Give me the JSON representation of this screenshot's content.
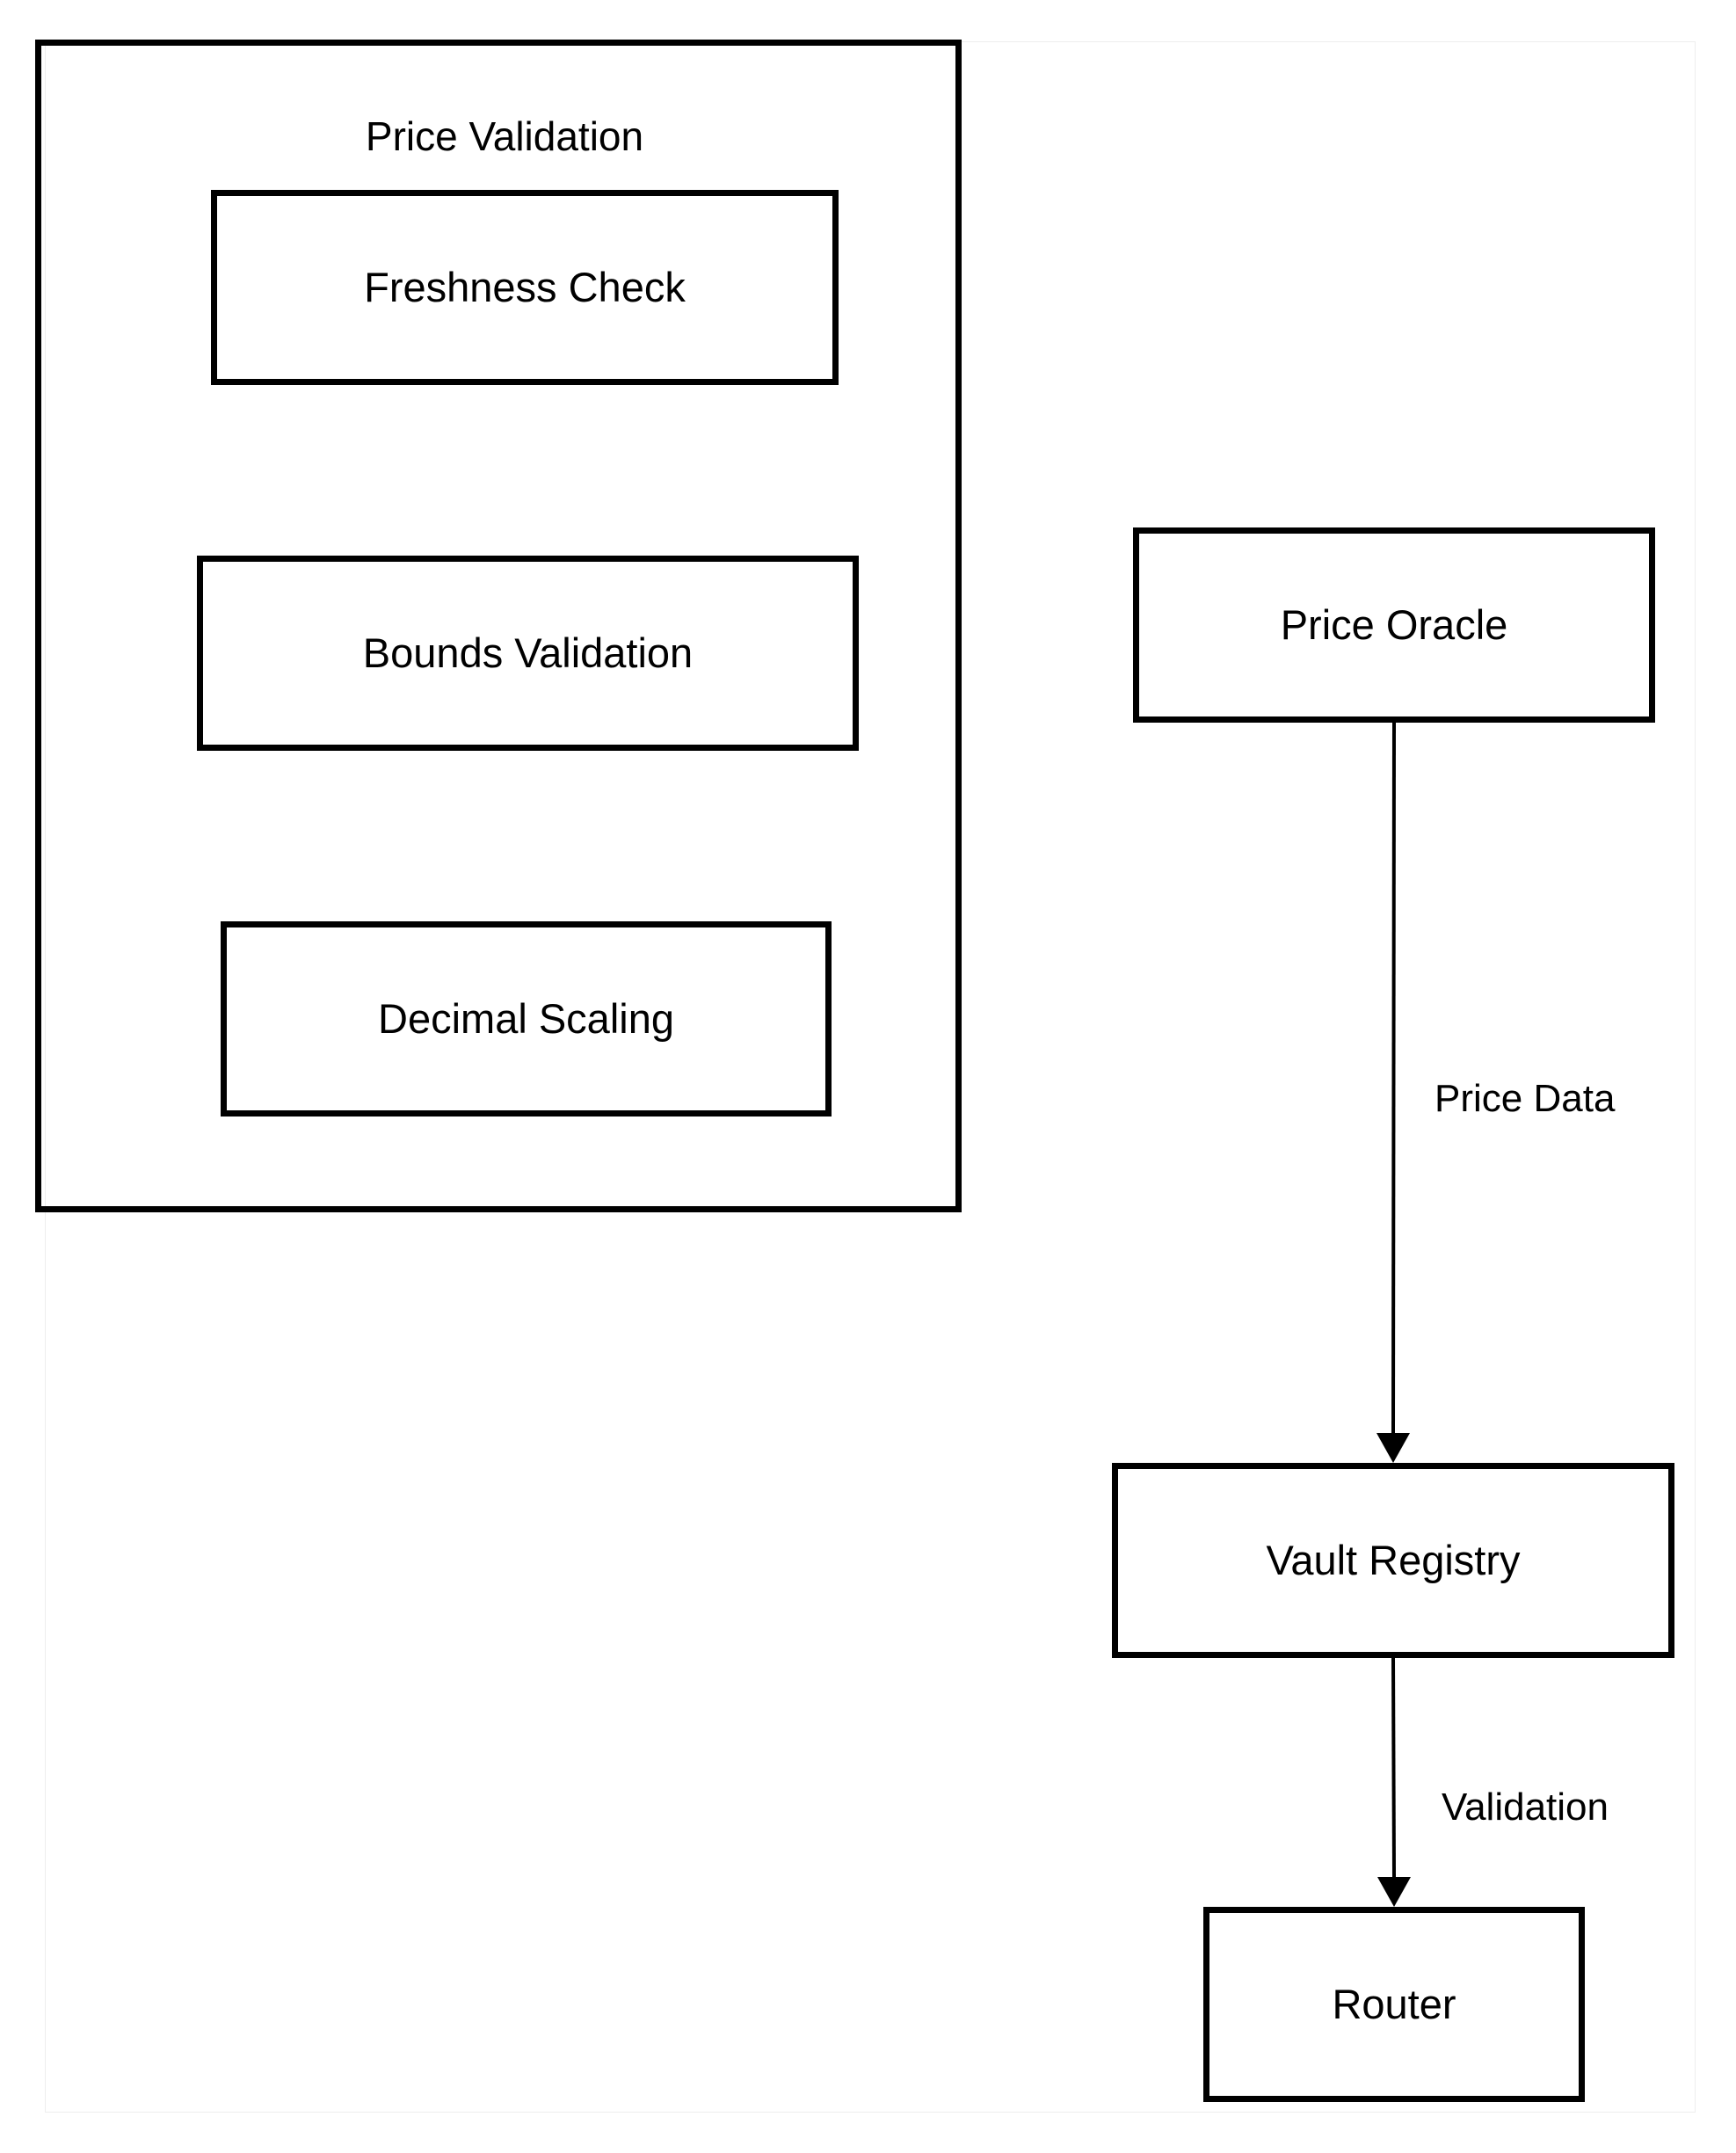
{
  "group": {
    "title": "Price Validation",
    "children": [
      "Freshness Check",
      "Bounds Validation",
      "Decimal Scaling"
    ]
  },
  "nodes": {
    "price_oracle": "Price Oracle",
    "vault_registry": "Vault Registry",
    "router": "Router"
  },
  "edges": [
    {
      "from": "Price Oracle",
      "to": "Vault Registry",
      "label": "Price Data"
    },
    {
      "from": "Vault Registry",
      "to": "Router",
      "label": "Validation"
    }
  ],
  "colors": {
    "stroke": "#000000",
    "background": "#ffffff",
    "canvas_border": "#eeeeee"
  }
}
